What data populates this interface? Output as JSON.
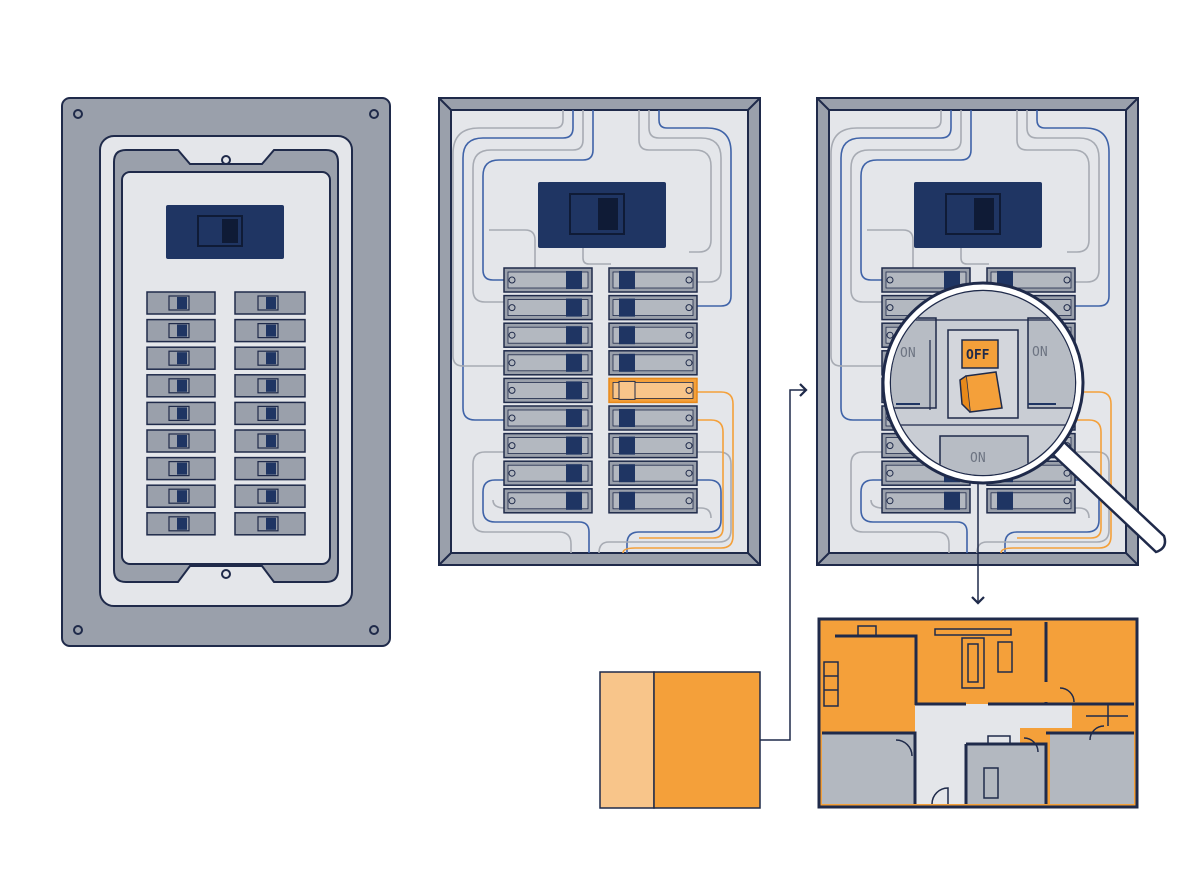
{
  "colors": {
    "navy": "#1f3563",
    "outline": "#1f2a4a",
    "steel": "#9aa0ab",
    "steel_light": "#c3c7cf",
    "panel_inner": "#e4e6ea",
    "wire_gray": "#a7abb3",
    "wire_blue": "#3f63a8",
    "accent_orange": "#f4a03a",
    "accent_orange_dark": "#e8891a",
    "accent_orange_light": "#f8c58a",
    "room_gray": "#b3b8c0"
  },
  "panels": [
    {
      "id": "cover-panel",
      "breaker_rows": 9,
      "columns": 2
    },
    {
      "id": "open-panel",
      "breaker_rows": 9,
      "columns": 2,
      "tripped_breaker": {
        "column": "right",
        "row": 5
      }
    },
    {
      "id": "inspect-panel",
      "breaker_rows": 9,
      "columns": 2
    }
  ],
  "magnifier": {
    "icon": "magnifying-glass-icon",
    "tripped_label": "OFF",
    "on_label_left": "ON",
    "on_label_right": "ON",
    "on_label_bottom": "ON"
  },
  "floorplan": {
    "powered_zone": "orange",
    "unpowered_zone": "gray"
  },
  "legend": {
    "swatch_light": "#f8c58a",
    "swatch_dark": "#f4a03a"
  }
}
